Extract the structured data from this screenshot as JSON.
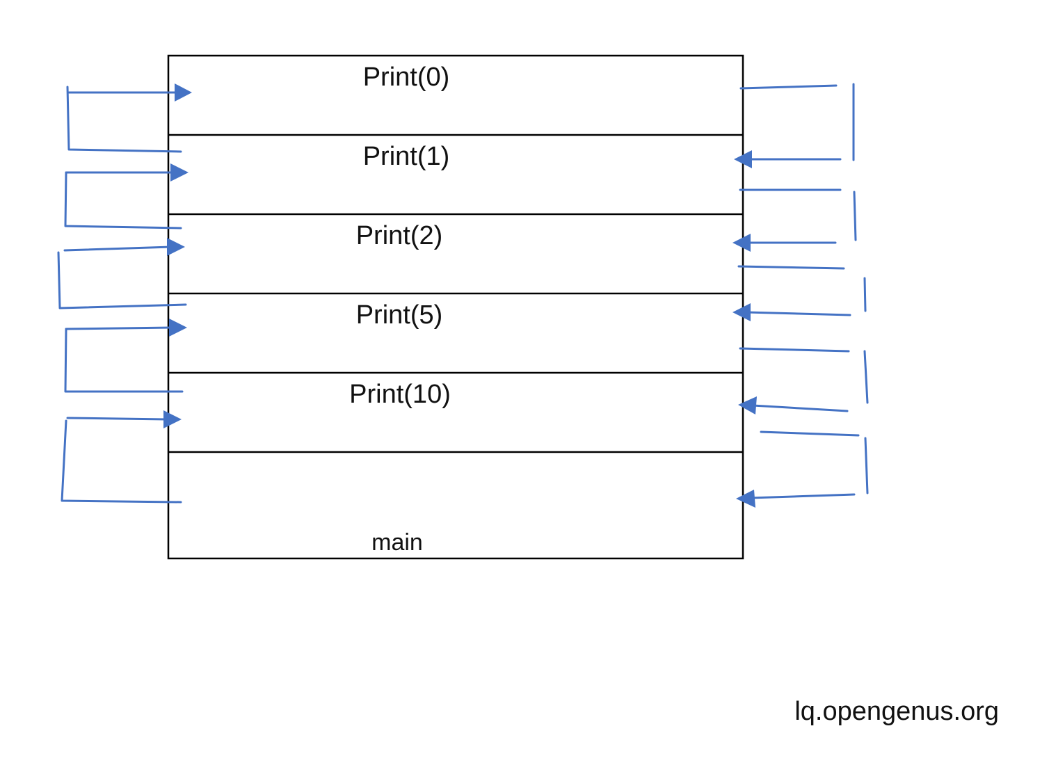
{
  "diagram": {
    "frames": [
      {
        "label": "Print(0)"
      },
      {
        "label": "Print(1)"
      },
      {
        "label": "Print(2)"
      },
      {
        "label": "Print(5)"
      },
      {
        "label": "Print(10)"
      }
    ],
    "base_frame": {
      "label": "main"
    },
    "watermark": "lq.opengenus.org",
    "colors": {
      "box_border": "#000000",
      "arrow": "#4472c4",
      "background": "#ffffff"
    }
  }
}
